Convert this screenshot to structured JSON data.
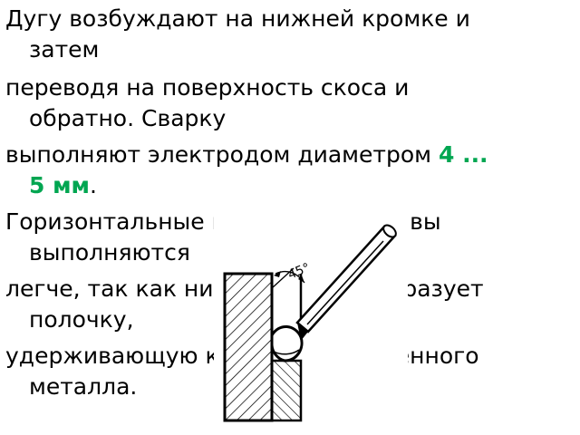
{
  "slide": {
    "p1": {
      "line1": "Дугу возбуждают на нижней кромке и",
      "line2": "затем"
    },
    "p2": {
      "line1": "переводя на поверхность скоса и",
      "line2": "обратно. Сварку"
    },
    "p3": {
      "line1": "выполняют электродом диаметром ",
      "highlight_a": "4 ...",
      "highlight_b": "5 мм",
      "end": "."
    },
    "p4": {
      "line1": "Горизонтальные нахлесточные швы",
      "line2": " выполняются"
    },
    "p5": {
      "line1": "легче, так как нижняя деталь образует",
      "line2": "полочку,"
    },
    "p6": {
      "line1": "удерживающую капли расплавленного",
      "line2": "металла."
    },
    "highlight_color": "#00a651",
    "figure": {
      "angle_label": "45°"
    }
  }
}
